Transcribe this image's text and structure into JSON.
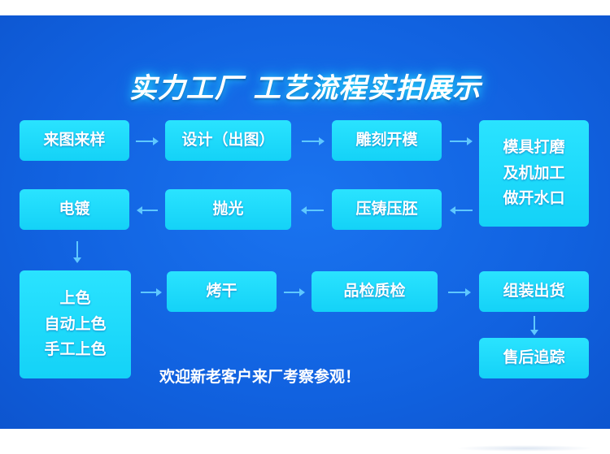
{
  "title": "实力工厂 工艺流程实拍展示",
  "steps": {
    "s1": "来图来样",
    "s2": "设计（出图）",
    "s3": "雕刻开模",
    "s4": [
      "模具打磨",
      "及机加工",
      "做开水口"
    ],
    "s5": "压铸压胚",
    "s6": "抛光",
    "s7": "电镀",
    "s8": [
      "上色",
      "自动上色",
      "手工上色"
    ],
    "s9": "烤干",
    "s10": "品检质检",
    "s11": "组装出货",
    "s12": "售后追踪"
  },
  "welcome": "欢迎新老客户来厂考察参观！",
  "colors": {
    "background": "#1166e6",
    "box": "#19dcfb",
    "arrow": "#5fc8ff",
    "title_glow": "#27d4ff"
  }
}
